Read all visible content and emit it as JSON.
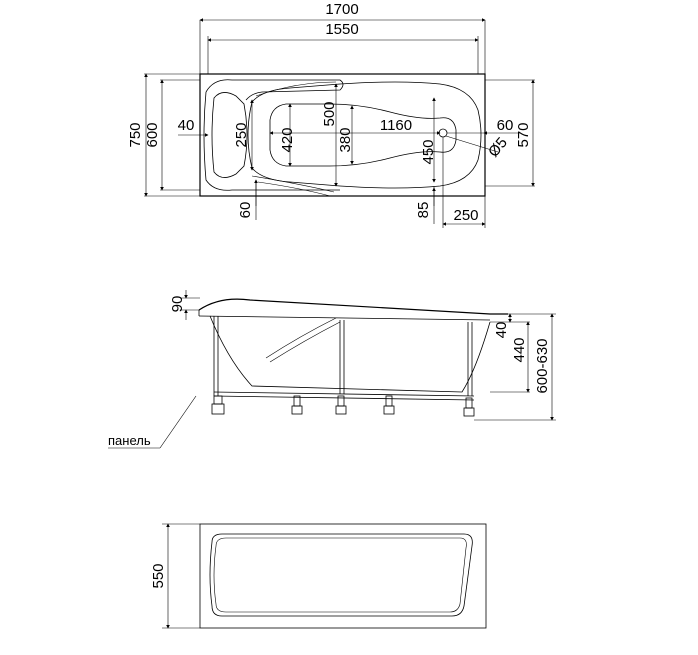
{
  "top_view": {
    "dims": {
      "d1700": "1700",
      "d1550": "1550",
      "d750": "750",
      "d600": "600",
      "d40": "40",
      "d250_head": "250",
      "d420": "420",
      "d500": "500",
      "d380": "380",
      "d1160": "1160",
      "d450": "450",
      "d60_right": "60",
      "d570": "570",
      "d_phi5": "Ø5",
      "d60_bottom": "60",
      "d85": "85",
      "d250_bottom": "250"
    }
  },
  "side_view": {
    "dims": {
      "d90": "90",
      "d40": "40",
      "d440": "440",
      "d600_630": "600-630"
    },
    "panel_label": "панель"
  },
  "panel_view": {
    "dims": {
      "d550": "550"
    }
  }
}
